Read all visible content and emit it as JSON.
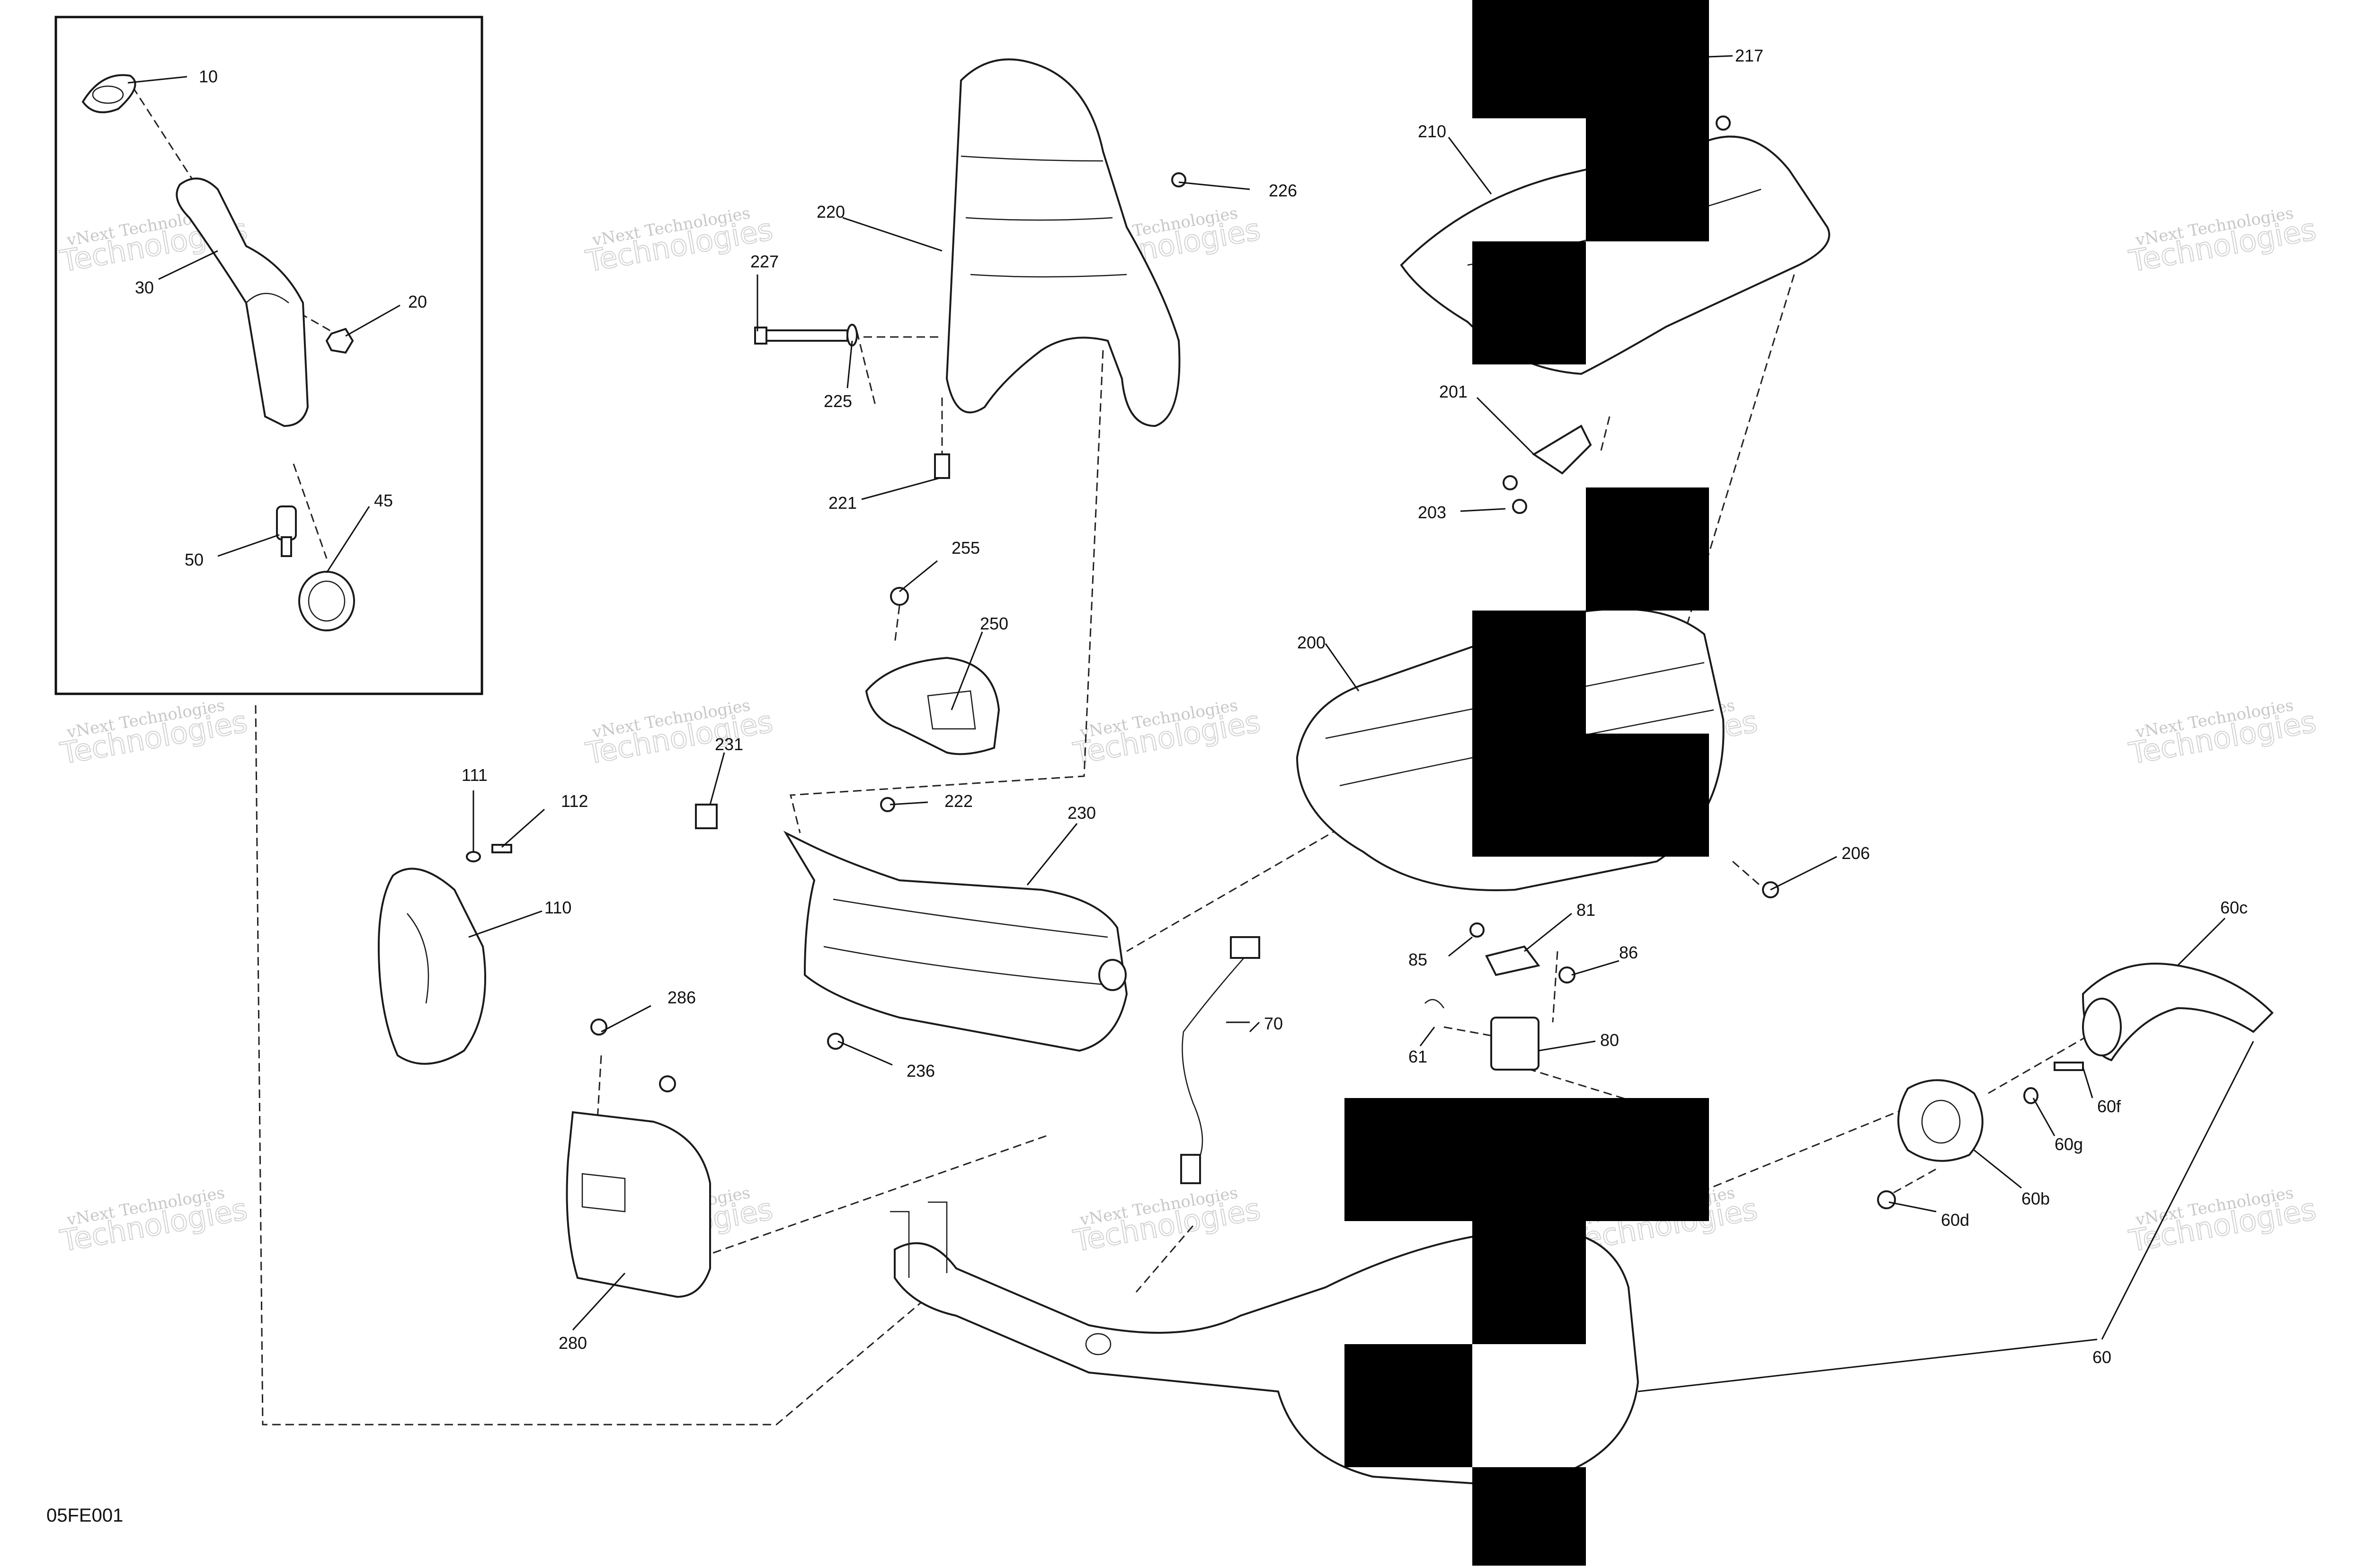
{
  "figure": {
    "code": "05FE001",
    "watermark_line1": "vNext Technologies",
    "watermark_line2": "Technologies"
  },
  "callouts": [
    {
      "id": "c10",
      "label": "10"
    },
    {
      "id": "c20",
      "label": "20"
    },
    {
      "id": "c30",
      "label": "30"
    },
    {
      "id": "c45",
      "label": "45"
    },
    {
      "id": "c50",
      "label": "50"
    },
    {
      "id": "c60",
      "label": "60"
    },
    {
      "id": "c60b",
      "label": "60b"
    },
    {
      "id": "c60c",
      "label": "60c"
    },
    {
      "id": "c60d",
      "label": "60d"
    },
    {
      "id": "c60f",
      "label": "60f"
    },
    {
      "id": "c60g",
      "label": "60g"
    },
    {
      "id": "c61",
      "label": "61"
    },
    {
      "id": "c70",
      "label": "70"
    },
    {
      "id": "c80",
      "label": "80"
    },
    {
      "id": "c81",
      "label": "81"
    },
    {
      "id": "c85",
      "label": "85"
    },
    {
      "id": "c86",
      "label": "86"
    },
    {
      "id": "c110",
      "label": "110"
    },
    {
      "id": "c111",
      "label": "111"
    },
    {
      "id": "c112",
      "label": "112"
    },
    {
      "id": "c200",
      "label": "200"
    },
    {
      "id": "c201",
      "label": "201"
    },
    {
      "id": "c203",
      "label": "203"
    },
    {
      "id": "c206",
      "label": "206"
    },
    {
      "id": "c210",
      "label": "210"
    },
    {
      "id": "c217",
      "label": "217"
    },
    {
      "id": "c220",
      "label": "220"
    },
    {
      "id": "c221",
      "label": "221"
    },
    {
      "id": "c222",
      "label": "222"
    },
    {
      "id": "c225",
      "label": "225"
    },
    {
      "id": "c226",
      "label": "226"
    },
    {
      "id": "c227",
      "label": "227"
    },
    {
      "id": "c230",
      "label": "230"
    },
    {
      "id": "c231",
      "label": "231"
    },
    {
      "id": "c236",
      "label": "236"
    },
    {
      "id": "c250",
      "label": "250"
    },
    {
      "id": "c255",
      "label": "255"
    },
    {
      "id": "c280",
      "label": "280"
    },
    {
      "id": "c286",
      "label": "286"
    }
  ]
}
